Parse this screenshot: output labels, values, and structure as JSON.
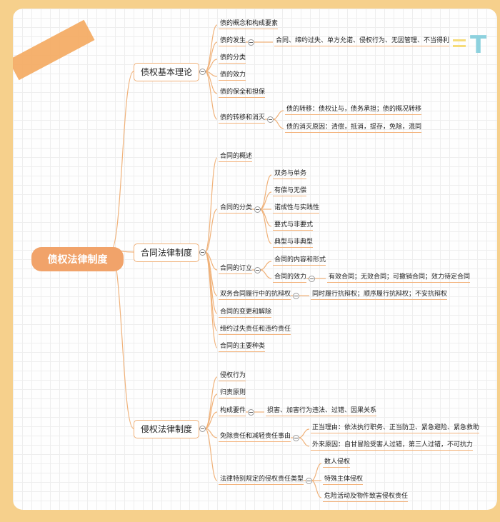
{
  "root": "债权法律制度",
  "branches": [
    {
      "label": "债权基本理论",
      "children": [
        {
          "label": "债的概念和构成要素"
        },
        {
          "label": "债的发生",
          "children": [
            {
              "label": "合同、缔约过失、单方允诺、侵权行为、无因管理、不当得利"
            }
          ]
        },
        {
          "label": "债的分类"
        },
        {
          "label": "债的效力"
        },
        {
          "label": "债的保全和担保"
        },
        {
          "label": "债的转移和消灭",
          "children": [
            {
              "label": "债的转移：债权让与，债务承担；债的概况转移"
            },
            {
              "label": "债的消灭原因：清偿，抵消，提存，免除，混同"
            }
          ]
        }
      ]
    },
    {
      "label": "合同法律制度",
      "children": [
        {
          "label": "合同的概述"
        },
        {
          "label": "合同的分类",
          "children": [
            {
              "label": "双务与单务"
            },
            {
              "label": "有偿与无偿"
            },
            {
              "label": "诺成性与实践性"
            },
            {
              "label": "要式与非要式"
            },
            {
              "label": "典型与非典型"
            }
          ]
        },
        {
          "label": "合同的订立",
          "children": [
            {
              "label": "合同的内容和形式"
            },
            {
              "label": "合同的效力",
              "children": [
                {
                  "label": "有效合同；无效合同；可撤销合同；效力待定合同"
                }
              ]
            }
          ]
        },
        {
          "label": "双务合同履行中的抗辩权",
          "children": [
            {
              "label": "同时履行抗辩权；顺序履行抗辩权；不安抗辩权"
            }
          ]
        },
        {
          "label": "合同的变更和解除"
        },
        {
          "label": "缔约过失责任和违约责任"
        },
        {
          "label": "合同的主要种类"
        }
      ]
    },
    {
      "label": "侵权法律制度",
      "children": [
        {
          "label": "侵权行为"
        },
        {
          "label": "归责原则"
        },
        {
          "label": "构成要件",
          "children": [
            {
              "label": "损害、加害行为违法、过错、因果关系"
            }
          ]
        },
        {
          "label": "免除责任和减轻责任事由",
          "children": [
            {
              "label": "正当理由：依法执行职务、正当防卫、紧急避险、紧急救助"
            },
            {
              "label": "外来原因：自甘冒险受害人过错，第三人过错，不可抗力"
            }
          ]
        },
        {
          "label": "法律特别规定的侵权责任类型",
          "children": [
            {
              "label": "数人侵权"
            },
            {
              "label": "特殊主体侵权"
            },
            {
              "label": "危险活动及物件致害侵权责任"
            }
          ]
        }
      ]
    }
  ],
  "colors": {
    "accent": "#f1a36a",
    "link": "#f0b27a",
    "background": "#f6d08c"
  },
  "decoration": {
    "glyph": "T"
  }
}
